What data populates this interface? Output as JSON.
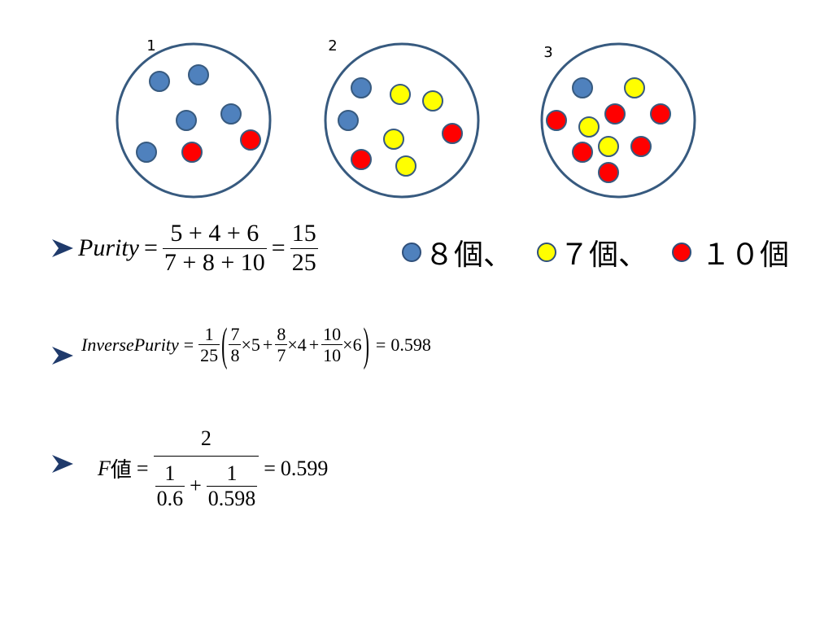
{
  "clusters": [
    {
      "label": "1",
      "blue": 5,
      "yellow": 0,
      "red": 2
    },
    {
      "label": "2",
      "blue": 2,
      "yellow": 4,
      "red": 2
    },
    {
      "label": "3",
      "blue": 1,
      "yellow": 3,
      "red": 6
    }
  ],
  "colors": {
    "blue": "#4f81bd",
    "yellow": "#ffff00",
    "red": "#ff0000",
    "circle_stroke": "#375a7f"
  },
  "legend": [
    {
      "color": "blue",
      "text": "８個、"
    },
    {
      "color": "yellow",
      "text": "７個、"
    },
    {
      "color": "red",
      "text": "１０個"
    }
  ],
  "bullet_icon": "arrow-bullet",
  "purity": {
    "lhs": "Purity",
    "frac1_num": "5 + 4 + 6",
    "frac1_den": "7 + 8 + 10",
    "frac2_num": "15",
    "frac2_den": "25"
  },
  "inverse_purity": {
    "lhs": "InversePurity",
    "pre_num": "1",
    "pre_den": "25",
    "terms": [
      {
        "num": "7",
        "den": "8",
        "mult": "5"
      },
      {
        "num": "8",
        "den": "7",
        "mult": "4"
      },
      {
        "num": "10",
        "den": "10",
        "mult": "6"
      }
    ],
    "result": "0.598"
  },
  "f_value": {
    "lhs_var": "F",
    "lhs_kanji": "値",
    "numerator": "2",
    "d1_num": "1",
    "d1_den": "0.6",
    "d2_num": "1",
    "d2_den": "0.598",
    "result": "0.599"
  },
  "symbols": {
    "equals": "=",
    "plus": "+",
    "times": "×",
    "lparen": "(",
    "rparen": ")"
  }
}
